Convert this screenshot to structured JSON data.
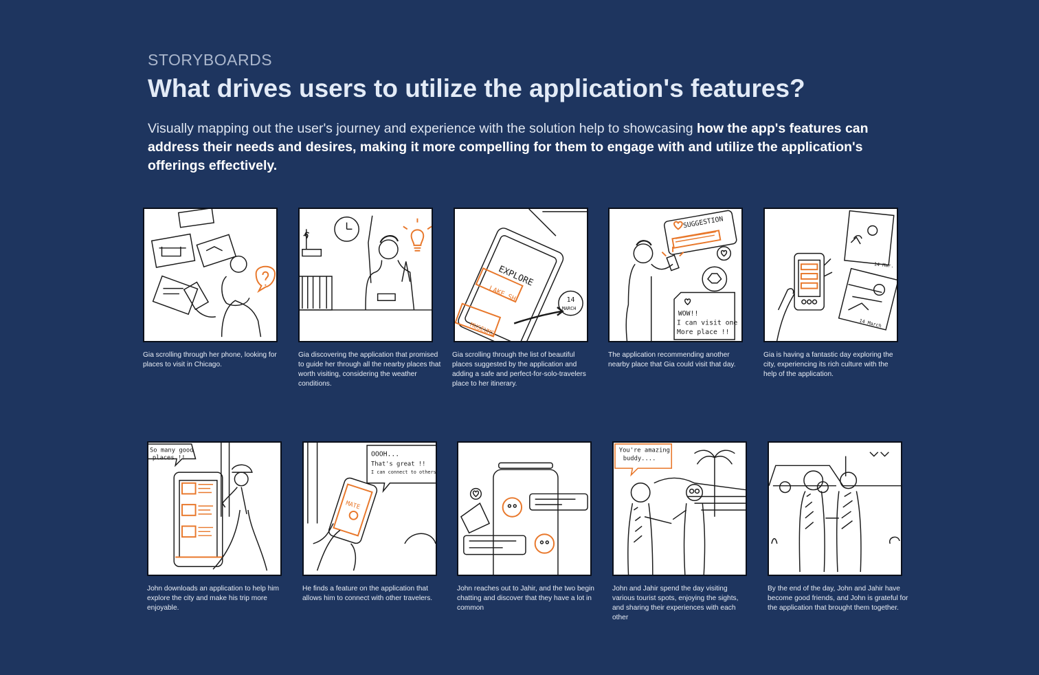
{
  "header": {
    "eyebrow": "STORYBOARDS",
    "title": "What drives users to utilize the application's features?",
    "intro_plain": "Visually mapping out the user's journey and experience with the solution help to showcasing ",
    "intro_bold": "how the app's features can address their needs and desires, making it more compelling for them to engage with and utilize the application's offerings effectively."
  },
  "row1": [
    {
      "caption": "Gia scrolling through her phone, looking for places to visit in Chicago."
    },
    {
      "caption": "Gia discovering the application that promised to guide her through all the nearby places that worth visiting, considering the weather conditions."
    },
    {
      "caption": "Gia scrolling through the list of beautiful places suggested by the application and adding a safe and perfect-for-solo-travelers place to her itinerary.",
      "text1": "EXPLORE",
      "text2": "LAKE SH",
      "text3": "MUSEUMS",
      "text4": "14",
      "text5": "MARCH"
    },
    {
      "caption": "The application recommending another nearby place that Gia could visit that day.",
      "text1": "SUGGESTION",
      "text2": "WOW!!",
      "text3": "I can visit one",
      "text4": "More place !!"
    },
    {
      "caption": "Gia is having a fantastic day exploring the city, experiencing its rich culture with the help of the application.",
      "text1": "14 Mar.",
      "text2": "14 March"
    }
  ],
  "row2": [
    {
      "caption": "John downloads an application to help him explore the city and make his trip more enjoyable.",
      "text1": "So many good",
      "text2": "places !!"
    },
    {
      "caption": "He finds a feature on the application that allows him to connect with other travelers.",
      "text1": "OOOH...",
      "text2": "That's great !!",
      "text3": "I can connect to others",
      "text4": "MATE"
    },
    {
      "caption": "John reaches out to Jahir, and the two begin chatting and discover that they have a lot in common"
    },
    {
      "caption": "John and Jahir spend the day visiting various tourist spots, enjoying the sights, and sharing their experiences with each other",
      "text1": "You're amazing",
      "text2": "buddy...."
    },
    {
      "caption": "By the end of the day, John and Jahir have become good friends, and John is grateful for the application that brought them together."
    }
  ],
  "colors": {
    "background": "#1e355f",
    "accent_orange": "#e8772a",
    "ink": "#1a1a1a"
  }
}
